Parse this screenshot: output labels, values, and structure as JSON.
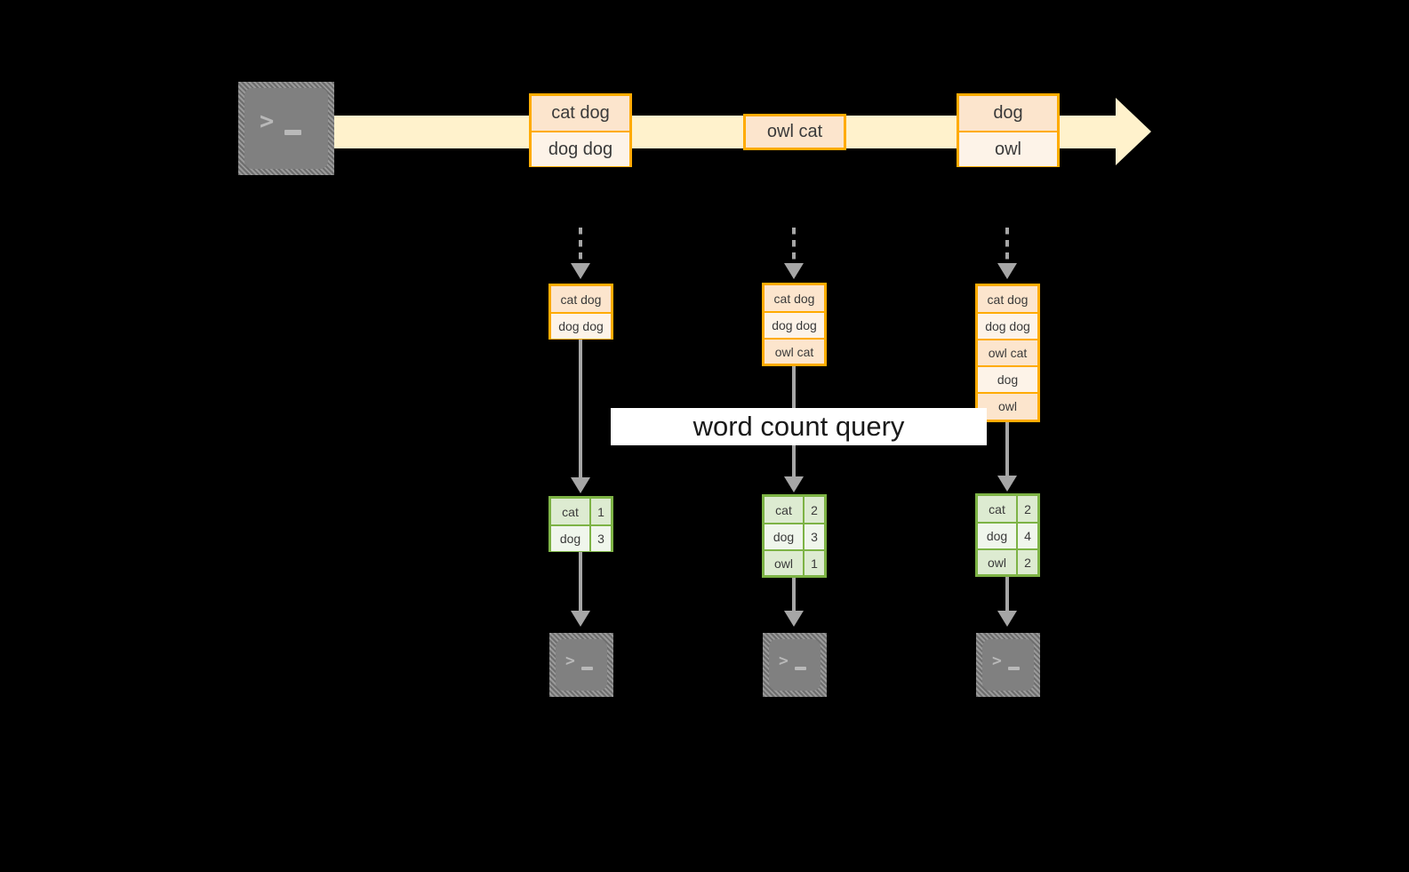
{
  "diagram": {
    "title": "word count query",
    "colors": {
      "background": "#000000",
      "stream_fill": "#FFF2CC",
      "event_border": "#FFAB00",
      "event_fill_dark": "#FCE5CD",
      "event_fill_light": "#FDF3E8",
      "result_border": "#7DB345",
      "result_fill_dark": "#DDEBD1",
      "result_fill_light": "#F0F6EC",
      "connector": "#A6A6A6",
      "terminal_body": "#808080",
      "label_band": "#FFFFFF",
      "text": "#3A3A3A"
    }
  },
  "source": {
    "icon": "terminal-icon",
    "prompt": ">",
    "cursor": "_"
  },
  "stream": {
    "icon": "right-arrow",
    "events": [
      {
        "lines": [
          "cat dog",
          "dog dog"
        ]
      },
      {
        "lines": [
          "owl cat"
        ]
      },
      {
        "lines": [
          "dog",
          "owl"
        ]
      }
    ]
  },
  "snapshots": [
    {
      "label": "snapshot-1",
      "lines": [
        "cat dog",
        "dog dog"
      ],
      "result": {
        "rows": [
          {
            "word": "cat",
            "count": "1"
          },
          {
            "word": "dog",
            "count": "3"
          }
        ]
      },
      "sink": {
        "icon": "terminal-icon",
        "prompt": ">",
        "cursor": "_"
      }
    },
    {
      "label": "snapshot-2",
      "lines": [
        "cat dog",
        "dog dog",
        "owl cat"
      ],
      "result": {
        "rows": [
          {
            "word": "cat",
            "count": "2"
          },
          {
            "word": "dog",
            "count": "3"
          },
          {
            "word": "owl",
            "count": "1"
          }
        ]
      },
      "sink": {
        "icon": "terminal-icon",
        "prompt": ">",
        "cursor": "_"
      }
    },
    {
      "label": "snapshot-3",
      "lines": [
        "cat dog",
        "dog dog",
        "owl cat",
        "dog",
        "owl"
      ],
      "result": {
        "rows": [
          {
            "word": "cat",
            "count": "2"
          },
          {
            "word": "dog",
            "count": "4"
          },
          {
            "word": "owl",
            "count": "2"
          }
        ]
      },
      "sink": {
        "icon": "terminal-icon",
        "prompt": ">",
        "cursor": "_"
      }
    }
  ],
  "query_label": "word count query"
}
